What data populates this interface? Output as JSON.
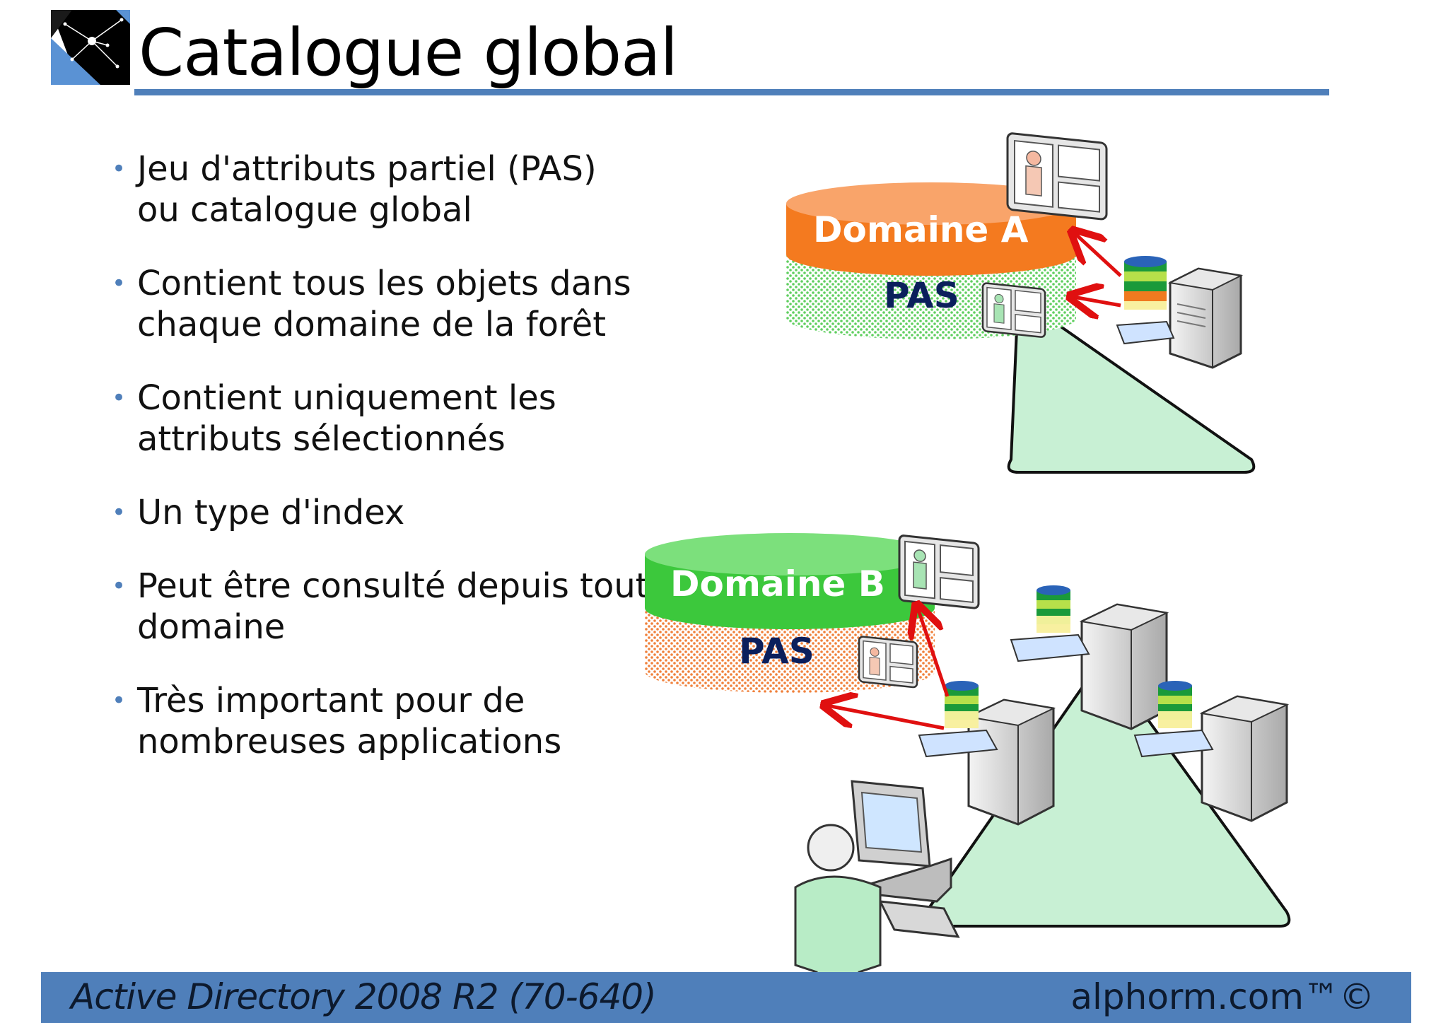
{
  "slide": {
    "title": "Catalogue global",
    "bullets": [
      "Jeu d'attributs partiel (PAS) ou catalogue global",
      "Contient tous les objets dans chaque domaine de la forêt",
      "Contient uniquement les attributs sélectionnés",
      "Un type d'index",
      "Peut être consulté depuis tout domaine",
      "Très important pour de nombreuses applications"
    ]
  },
  "diagram": {
    "domain_a": {
      "label": "Domaine A",
      "pas_label": "PAS"
    },
    "domain_b": {
      "label": "Domaine B",
      "pas_label": "PAS"
    }
  },
  "footer": {
    "course": "Active Directory 2008 R2 (70-640)",
    "brand": "alphorm.com™©"
  },
  "colors": {
    "accent": "#4f7fba",
    "domain_a_orange": "#f47a1f",
    "domain_b_green": "#3cc83c",
    "pas_text": "#0b1f5c",
    "arrow_red": "#e01010",
    "triangle_fill": "#c8f0d4"
  },
  "icons": [
    "logo-icon",
    "user-card-icon",
    "server-icon",
    "database-icon",
    "workstation-icon",
    "user-icon",
    "arrow-icon"
  ]
}
